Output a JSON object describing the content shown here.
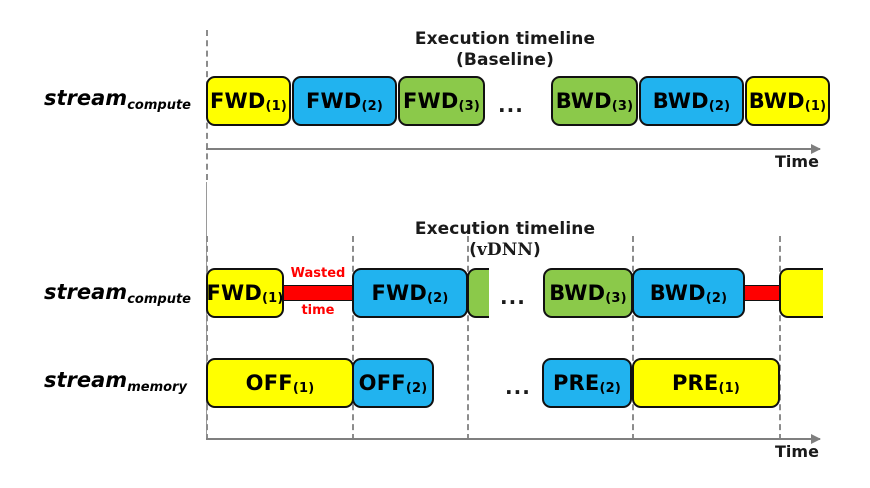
{
  "figure": {
    "kind": "execution-timeline-diagram",
    "colors": {
      "yellow": "#ffff00",
      "blue": "#21b3ef",
      "green": "#8bc94a",
      "red": "#ff0000",
      "outline": "#111111",
      "axis": "#7f7f7f",
      "guide": "#8c8c8c"
    }
  },
  "panels": [
    {
      "title_line1": "Execution timeline",
      "title_line2": "(Baseline)",
      "stream_label": "stream",
      "stream_sub": "compute",
      "time_label": "Time",
      "ellipsis": "...",
      "blocks": [
        {
          "label": "FWD",
          "sub": "(1)",
          "color": "yellow"
        },
        {
          "label": "FWD",
          "sub": "(2)",
          "color": "blue"
        },
        {
          "label": "FWD",
          "sub": "(3)",
          "color": "green"
        },
        {
          "label": "BWD",
          "sub": "(3)",
          "color": "green"
        },
        {
          "label": "BWD",
          "sub": "(2)",
          "color": "blue"
        },
        {
          "label": "BWD",
          "sub": "(1)",
          "color": "yellow"
        }
      ]
    },
    {
      "title_line1": "Execution timeline",
      "title_line2": "(vDNN)",
      "title_line2_mono": "vDNN",
      "time_label": "Time",
      "ellipsis": "...",
      "compute": {
        "stream_label": "stream",
        "stream_sub": "compute",
        "wasted_top": "Wasted",
        "wasted_bottom": "time",
        "blocks": [
          {
            "label": "FWD",
            "sub": "(1)",
            "color": "yellow"
          },
          {
            "label": "FWD",
            "sub": "(2)",
            "color": "blue"
          },
          {
            "label": "",
            "sub": "",
            "color": "green"
          },
          {
            "label": "BWD",
            "sub": "(3)",
            "color": "green"
          },
          {
            "label": "BWD",
            "sub": "(2)",
            "color": "blue"
          },
          {
            "label": "",
            "sub": "",
            "color": "yellow"
          }
        ]
      },
      "memory": {
        "stream_label": "stream",
        "stream_sub": "memory",
        "ellipsis": "...",
        "blocks": [
          {
            "label": "OFF",
            "sub": "(1)",
            "color": "yellow"
          },
          {
            "label": "OFF",
            "sub": "(2)",
            "color": "blue"
          },
          {
            "label": "PRE",
            "sub": "(2)",
            "color": "blue"
          },
          {
            "label": "PRE",
            "sub": "(1)",
            "color": "yellow"
          }
        ]
      }
    }
  ]
}
